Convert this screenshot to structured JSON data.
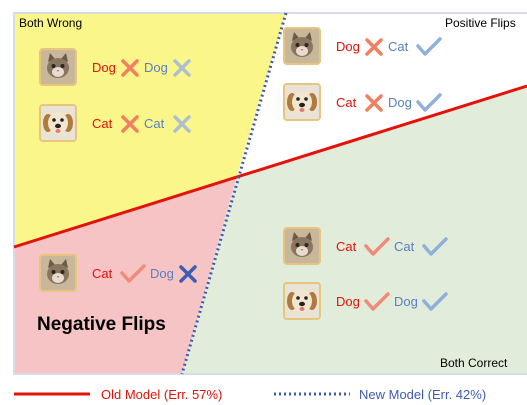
{
  "regions": {
    "both_wrong": "Both Wrong",
    "positive_flips": "Positive Flips",
    "negative_flips": "Negative Flips",
    "both_correct": "Both Correct"
  },
  "examples": [
    {
      "animal": "cat-icon",
      "old": "Dog",
      "old_mark": "cross-icon",
      "new": "Dog",
      "new_mark": "cross-icon"
    },
    {
      "animal": "dog-icon",
      "old": "Cat",
      "old_mark": "cross-icon",
      "new": "Cat",
      "new_mark": "cross-icon"
    },
    {
      "animal": "cat-icon",
      "old": "Dog",
      "old_mark": "cross-icon",
      "new": "Cat",
      "new_mark": "check-icon"
    },
    {
      "animal": "dog-icon",
      "old": "Cat",
      "old_mark": "cross-icon",
      "new": "Dog",
      "new_mark": "check-icon"
    },
    {
      "animal": "cat-icon",
      "old": "Cat",
      "old_mark": "check-icon",
      "new": "Dog",
      "new_mark": "cross-icon"
    },
    {
      "animal": "cat-icon",
      "old": "Cat",
      "old_mark": "check-icon",
      "new": "Cat",
      "new_mark": "check-icon"
    },
    {
      "animal": "dog-icon",
      "old": "Dog",
      "old_mark": "check-icon",
      "new": "Dog",
      "new_mark": "check-icon"
    }
  ],
  "legend": {
    "old_model": "Old Model (Err. 57%)",
    "new_model": "New Model (Err. 42%)"
  },
  "colors": {
    "both_wrong": "#faf68a",
    "negative_flips": "#f6c4c4",
    "both_correct": "#e2ecdb",
    "positive_flips": "#ffffff",
    "old_model": "#e3120b",
    "new_model": "#3e5bb3",
    "old_label": "#e3120b",
    "new_label": "#5a7fbf",
    "cross_mark": "#f08060",
    "new_cross_mark": "#aebfcf",
    "check_mark": "#f08b7a",
    "new_check_mark": "#8fb0d8"
  }
}
